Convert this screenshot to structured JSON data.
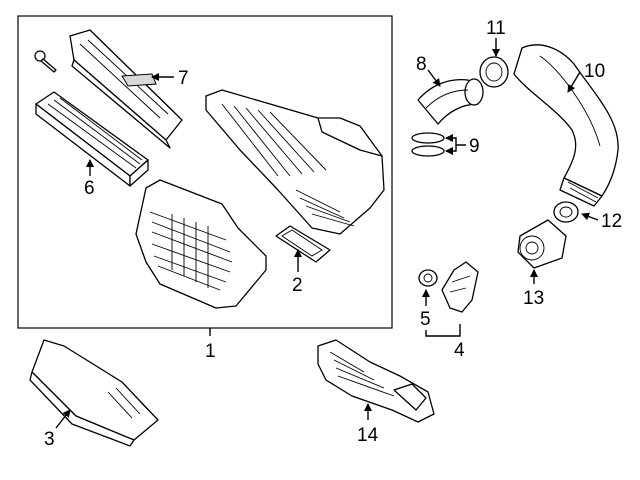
{
  "callouts": {
    "c1": "1",
    "c2": "2",
    "c3": "3",
    "c4": "4",
    "c5": "5",
    "c6": "6",
    "c7": "7",
    "c8": "8",
    "c9": "9",
    "c10": "10",
    "c11": "11",
    "c12": "12",
    "c13": "13",
    "c14": "14"
  },
  "colors": {
    "ink": "#000000",
    "background": "#ffffff",
    "shade": "#d8d8d8"
  }
}
